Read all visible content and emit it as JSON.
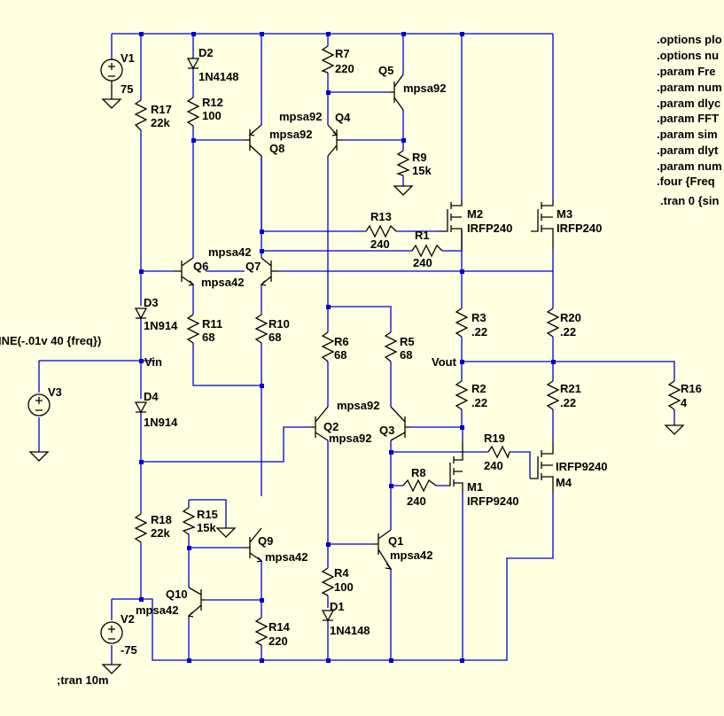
{
  "directives": [
    ".options plo",
    ".options nu",
    ".param Fre",
    ".param num",
    ".param dlyc",
    ".param FFT",
    ".param sim",
    ".param dlyt",
    ".param num",
    ".four {Freq",
    ".tran 0 {sin"
  ],
  "comment_tran": ";tran 10m",
  "source_expr": "INE(-.01v 40 {freq})",
  "nets": {
    "vin": "Vin",
    "vout": "Vout"
  },
  "components": {
    "V1": {
      "name": "V1",
      "value": "75"
    },
    "V2": {
      "name": "V2",
      "value": "-75"
    },
    "V3": {
      "name": "V3"
    },
    "D1": {
      "name": "D1",
      "value": "1N4148"
    },
    "D2": {
      "name": "D2",
      "value": "1N4148"
    },
    "D3": {
      "name": "D3",
      "value": "1N914"
    },
    "D4": {
      "name": "D4",
      "value": "1N914"
    },
    "R1": {
      "name": "R1",
      "value": "240"
    },
    "R2": {
      "name": "R2",
      "value": ".22"
    },
    "R3": {
      "name": "R3",
      "value": ".22"
    },
    "R4": {
      "name": "R4",
      "value": "100"
    },
    "R5": {
      "name": "R5",
      "value": "68"
    },
    "R6": {
      "name": "R6",
      "value": "68"
    },
    "R7": {
      "name": "R7",
      "value": "220"
    },
    "R8": {
      "name": "R8",
      "value": "240"
    },
    "R9": {
      "name": "R9",
      "value": "15k"
    },
    "R10": {
      "name": "R10",
      "value": "68"
    },
    "R11": {
      "name": "R11",
      "value": "68"
    },
    "R12": {
      "name": "R12",
      "value": "100"
    },
    "R13": {
      "name": "R13",
      "value": "240"
    },
    "R14": {
      "name": "R14",
      "value": "220"
    },
    "R15": {
      "name": "R15",
      "value": "15k"
    },
    "R16": {
      "name": "R16",
      "value": "4"
    },
    "R17": {
      "name": "R17",
      "value": "22k"
    },
    "R18": {
      "name": "R18",
      "value": "22k"
    },
    "R19": {
      "name": "R19",
      "value": "240"
    },
    "R20": {
      "name": "R20",
      "value": ".22"
    },
    "R21": {
      "name": "R21",
      "value": ".22"
    },
    "Q1": {
      "name": "Q1",
      "value": "mpsa42"
    },
    "Q2": {
      "name": "Q2",
      "value": "mpsa92"
    },
    "Q3": {
      "name": "Q3",
      "value": "mpsa92"
    },
    "Q4": {
      "name": "Q4",
      "value": "mpsa92"
    },
    "Q5": {
      "name": "Q5",
      "value": "mpsa92"
    },
    "Q6": {
      "name": "Q6",
      "value": "mpsa42"
    },
    "Q7": {
      "name": "Q7",
      "value": "mpsa42"
    },
    "Q8": {
      "name": "Q8",
      "value": "mpsa92"
    },
    "Q9": {
      "name": "Q9",
      "value": "mpsa42"
    },
    "Q10": {
      "name": "Q10",
      "value": "mpsa42"
    },
    "M1": {
      "name": "M1",
      "value": "IRFP9240"
    },
    "M2": {
      "name": "M2",
      "value": "IRFP240"
    },
    "M3": {
      "name": "M3",
      "value": "IRFP240"
    },
    "M4": {
      "name": "M4",
      "value": "IRFP9240"
    }
  },
  "colors": {
    "background": "#ffffe1",
    "wire": "#0000cc",
    "symbol": "#000000"
  }
}
